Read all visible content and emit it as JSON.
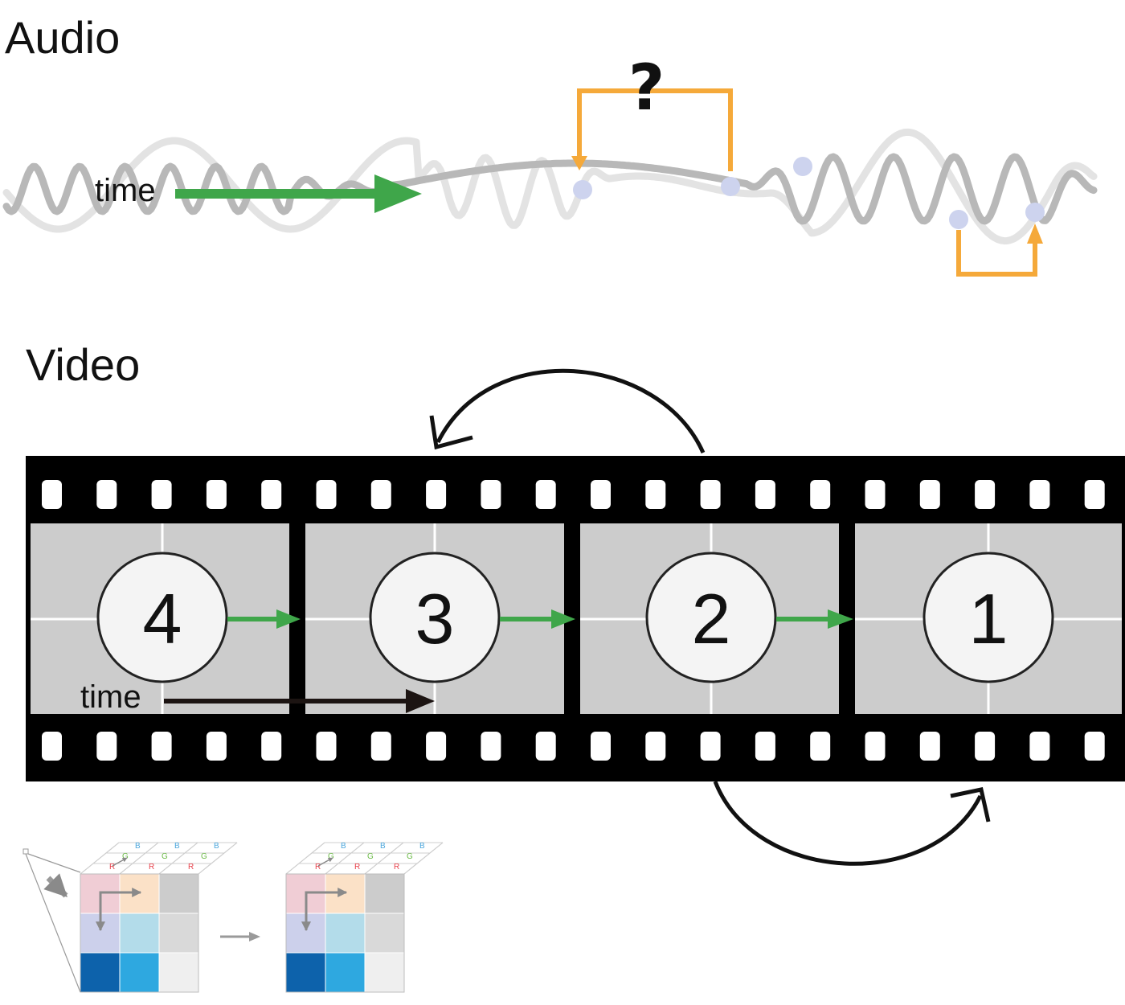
{
  "audio": {
    "title": "Audio",
    "time_label": "time",
    "question_mark": "?"
  },
  "video": {
    "title": "Video",
    "time_label": "time",
    "frames": [
      "4",
      "3",
      "2",
      "1"
    ]
  },
  "channel_labels": {
    "r": "R",
    "g": "G",
    "b": "B"
  },
  "colors": {
    "green_arrow": "#3fa64a",
    "orange": "#f5a93a",
    "sample_dot": "#cdd3ee",
    "wave_dark": "#b8b8b8",
    "wave_light": "#e3e3e3",
    "film": "#000000",
    "frame_fill": "#cccccc",
    "circle_fill": "#f4f4f4",
    "red": "#e8404a",
    "green": "#6cbb48",
    "blue": "#4aa6dc"
  }
}
